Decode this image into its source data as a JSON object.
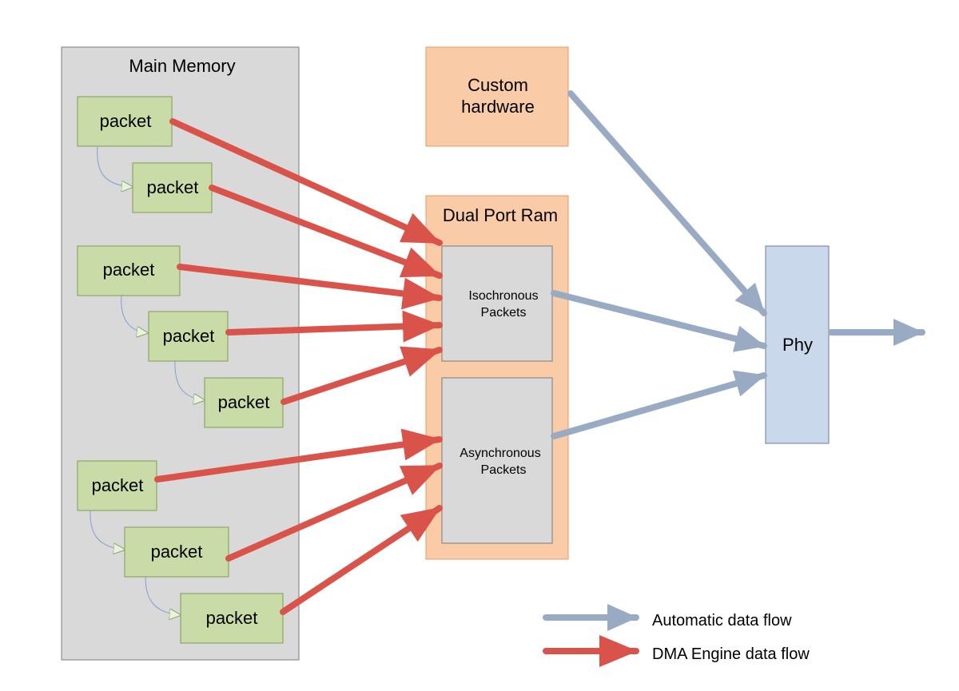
{
  "main_memory": {
    "title": "Main Memory",
    "packet_label": "packet"
  },
  "custom_hardware": {
    "line1": "Custom",
    "line2": "hardware"
  },
  "dual_port_ram": {
    "title": "Dual Port Ram",
    "isochronous": {
      "line1": "Isochronous",
      "line2": "Packets"
    },
    "asynchronous": {
      "line1": "Asynchronous",
      "line2": "Packets"
    }
  },
  "phy": {
    "label": "Phy"
  },
  "legend": {
    "automatic": "Automatic data flow",
    "dma": "DMA Engine data flow"
  },
  "colors": {
    "memory_fill": "#d9d9d9",
    "packet_fill": "#c9dba6",
    "packet_border": "#7f9a55",
    "orange_fill": "#f9cba6",
    "orange_border": "#e39e6a",
    "phy_fill": "#c9d8ea",
    "blue_arrow": "#98abc3",
    "red_arrow": "#d9534a",
    "link_line": "#7d9fd6"
  }
}
